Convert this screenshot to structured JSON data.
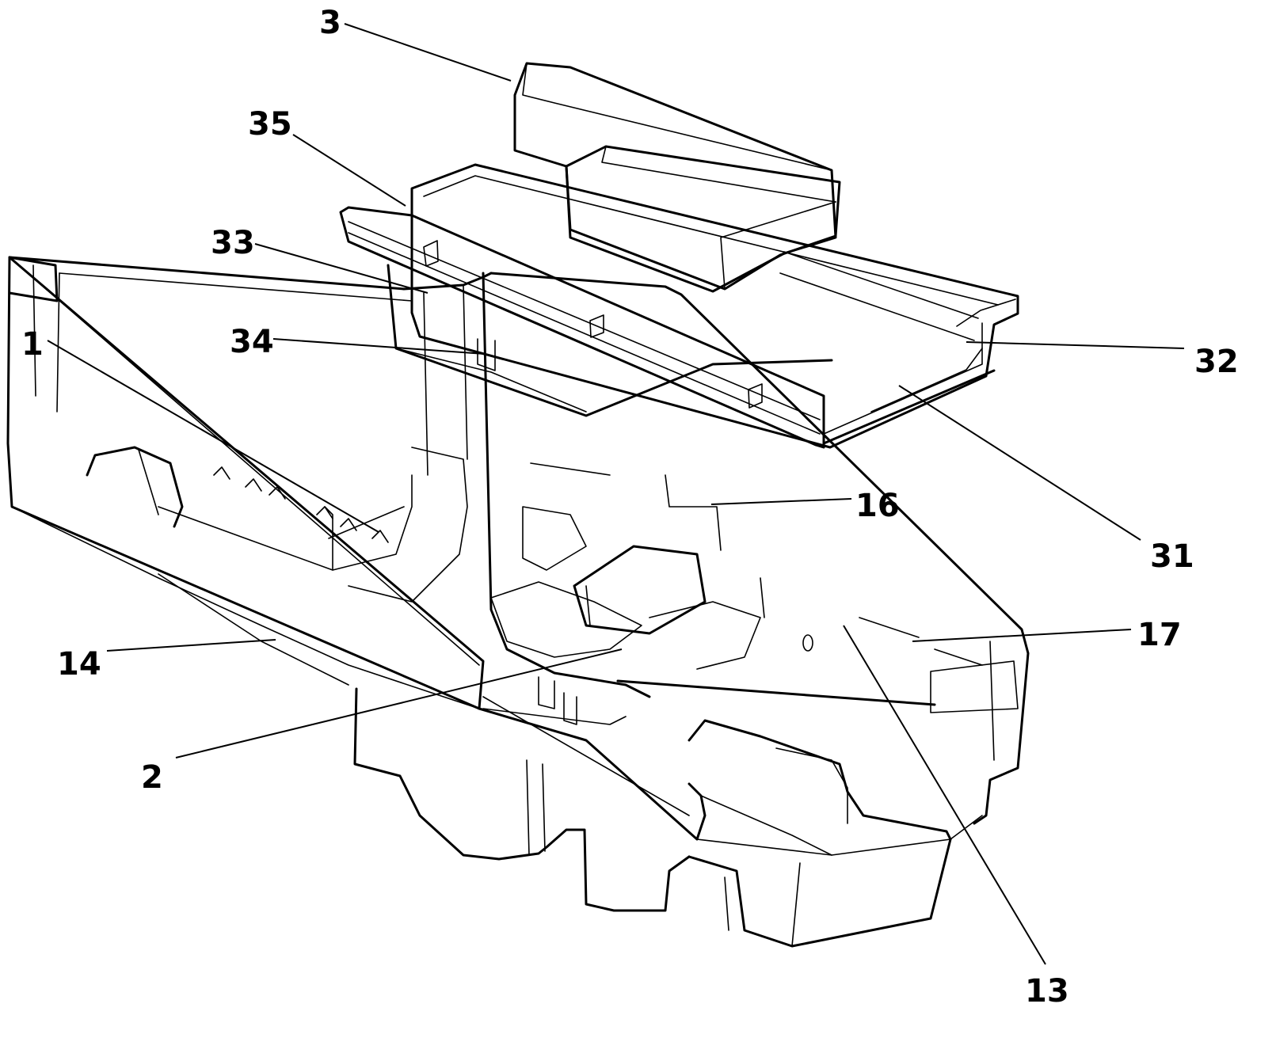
{
  "reference_numerals": {
    "n3": "3",
    "n35": "35",
    "n33": "33",
    "n34": "34",
    "n1": "1",
    "n32": "32",
    "n31": "31",
    "n16": "16",
    "n17": "17",
    "n14": "14",
    "n2": "2",
    "n13": "13"
  }
}
